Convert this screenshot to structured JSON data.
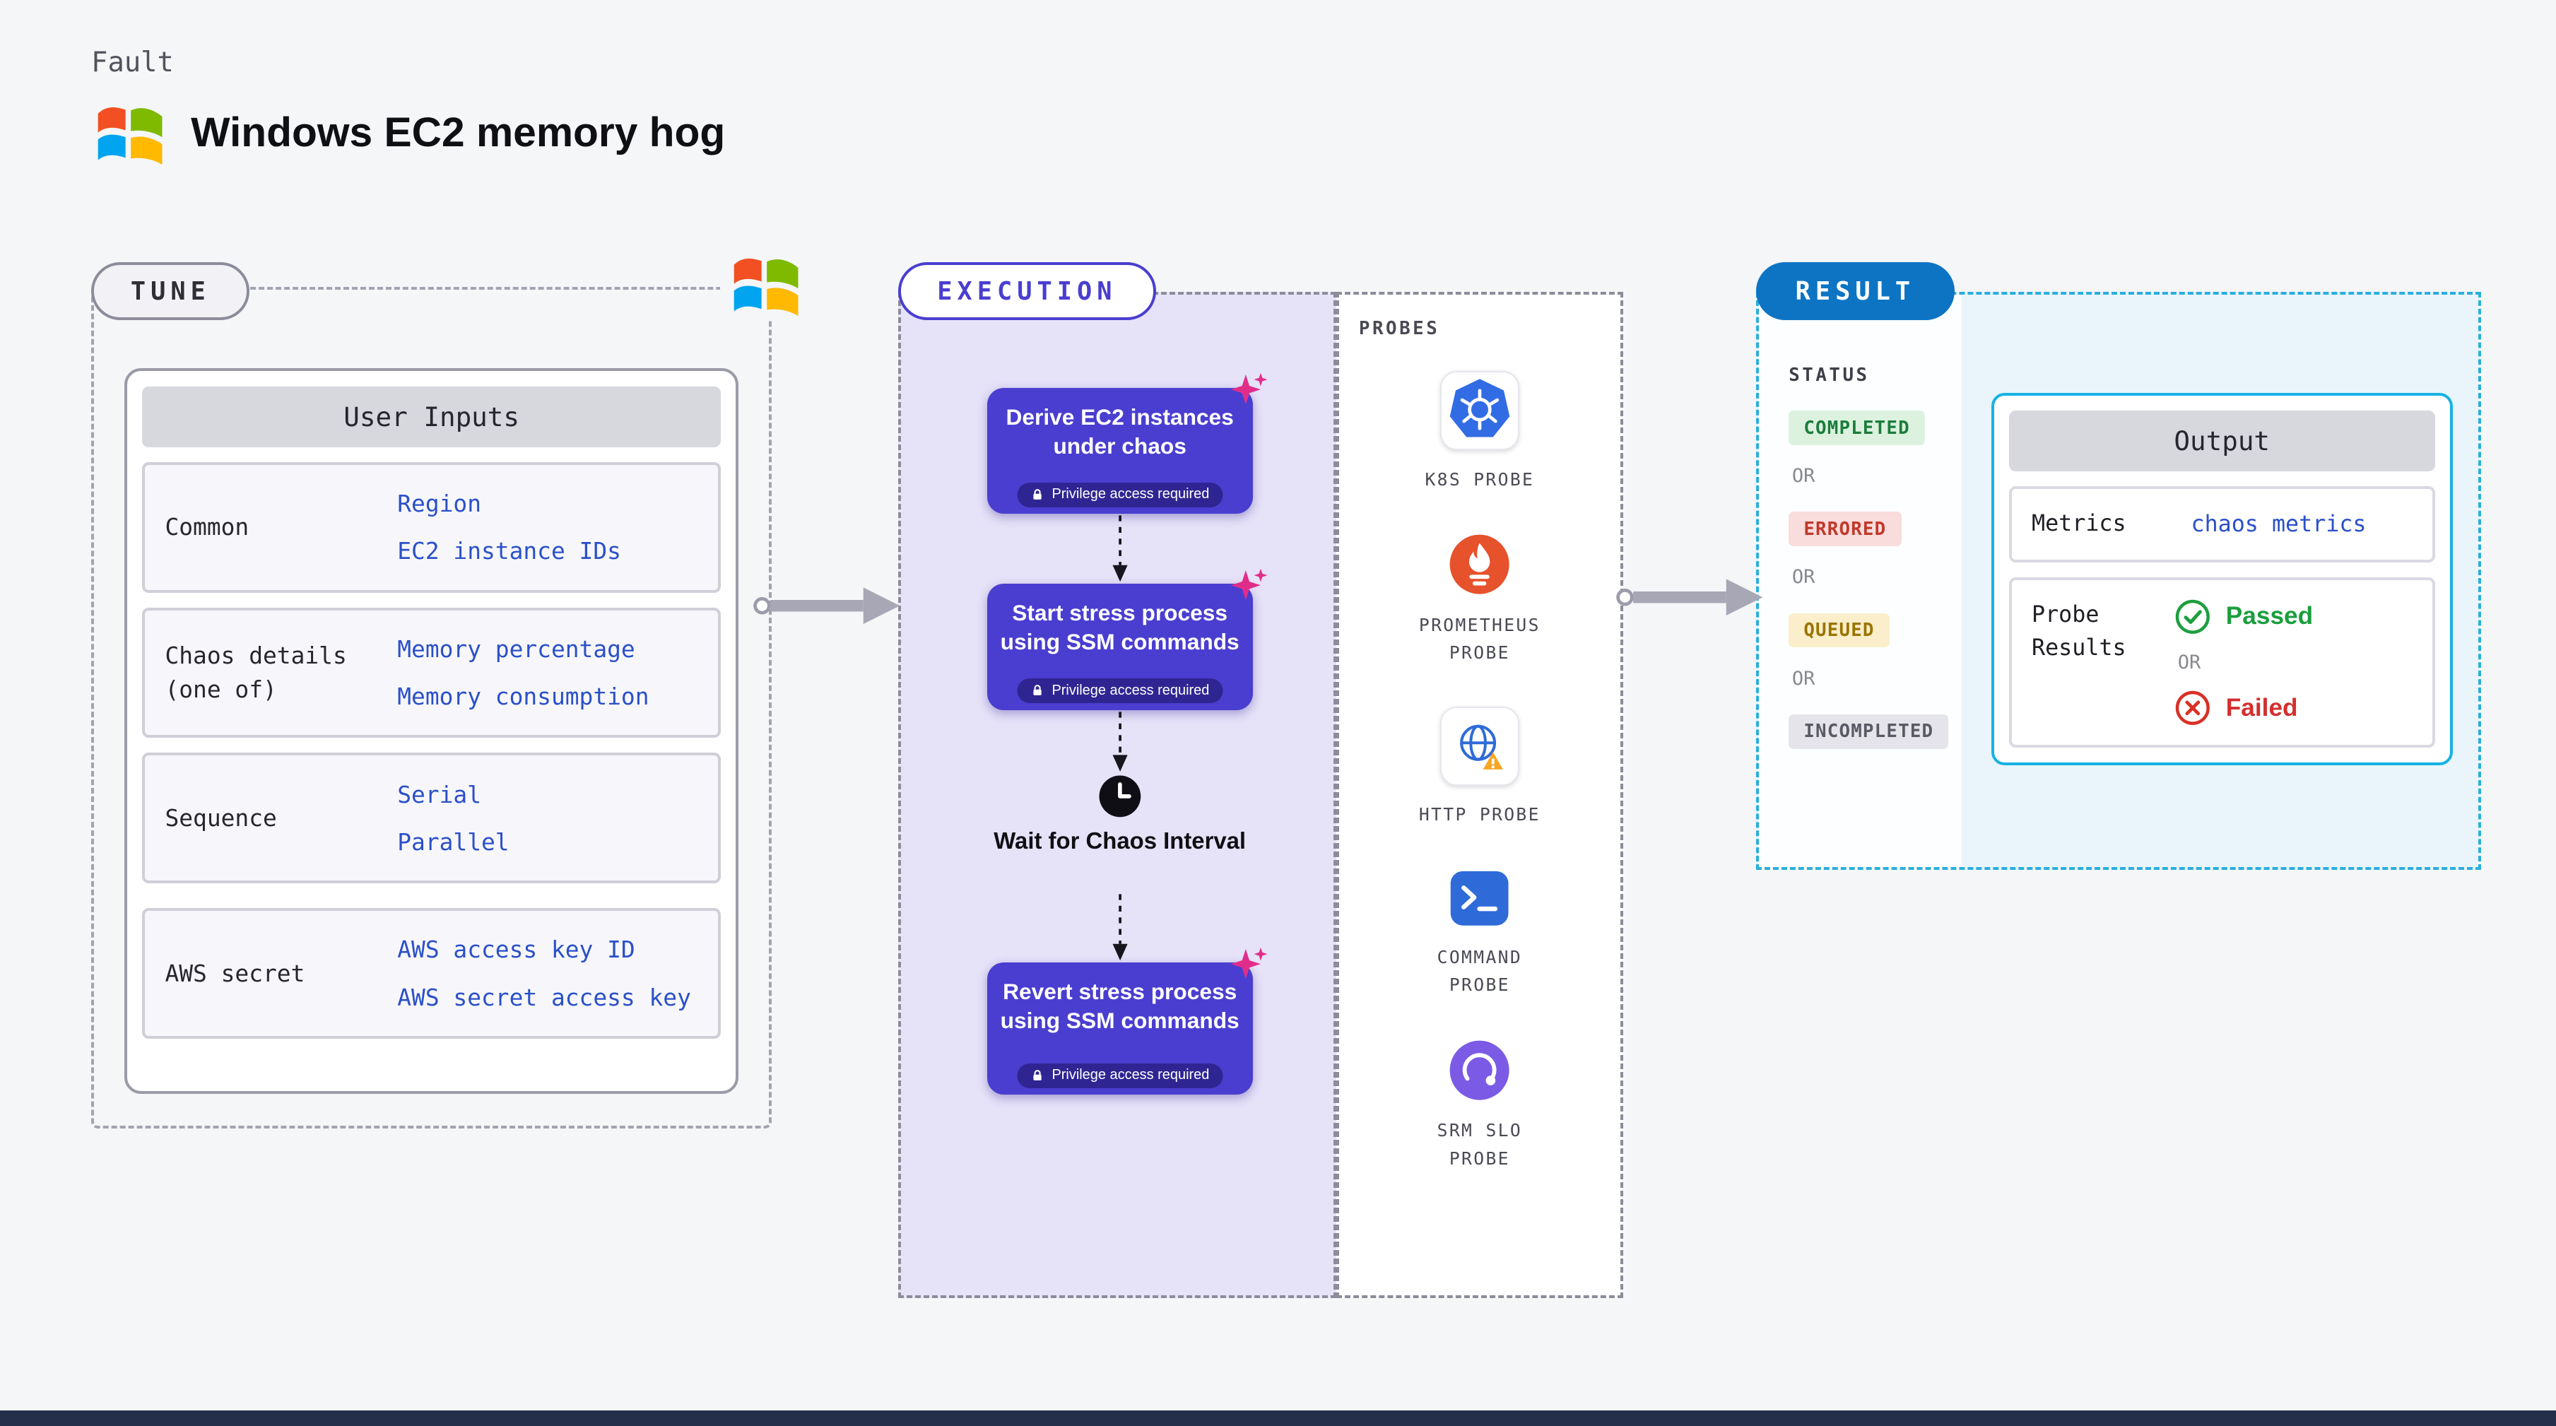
{
  "colors": {
    "accent_purple": "#4A3ED0",
    "sparkle_pink": "#E12D8A",
    "link_blue": "#2B50C8",
    "result_border_cyan": "#17B2E4",
    "result_pill_blue": "#0D74C4",
    "status_completed": "#1C7D3C",
    "status_errored": "#C0392B",
    "status_queued": "#9A7400",
    "status_incompleted": "#5A5A64",
    "passed_green": "#1B9E3E",
    "failed_red": "#D32F2F"
  },
  "page": {
    "kicker": "Fault",
    "title": "Windows EC2 memory hog"
  },
  "tune": {
    "label": "TUNE",
    "table": {
      "header": "User Inputs",
      "rows": [
        {
          "label": "Common",
          "values": [
            "Region",
            "EC2 instance IDs"
          ]
        },
        {
          "label": "Chaos details (one of)",
          "values": [
            "Memory percentage",
            "Memory consumption"
          ]
        },
        {
          "label": "Sequence",
          "values": [
            "Serial",
            "Parallel"
          ]
        },
        {
          "label": "AWS secret",
          "values": [
            "AWS access key ID",
            "AWS secret access key"
          ]
        }
      ]
    }
  },
  "execution": {
    "label": "EXECUTION",
    "steps": [
      {
        "title": "Derive EC2 instances under chaos",
        "badge": "Privilege access required"
      },
      {
        "title": "Start stress process using SSM commands",
        "badge": "Privilege access required"
      },
      {
        "title": "Revert stress process using SSM commands",
        "badge": "Privilege access required"
      }
    ],
    "wait_label": "Wait for Chaos Interval"
  },
  "probes": {
    "label": "PROBES",
    "items": [
      {
        "name": "K8S PROBE",
        "icon": "kubernetes-icon"
      },
      {
        "name": "PROMETHEUS PROBE",
        "icon": "prometheus-icon"
      },
      {
        "name": "HTTP PROBE",
        "icon": "http-globe-icon"
      },
      {
        "name": "COMMAND PROBE",
        "icon": "terminal-icon"
      },
      {
        "name": "SRM SLO PROBE",
        "icon": "srm-slo-icon"
      }
    ]
  },
  "result": {
    "label": "RESULT",
    "status_label": "STATUS",
    "or_label": "OR",
    "statuses": [
      {
        "text": "COMPLETED",
        "type": "completed"
      },
      {
        "text": "ERRORED",
        "type": "errored"
      },
      {
        "text": "QUEUED",
        "type": "queued"
      },
      {
        "text": "INCOMPLETED",
        "type": "incompleted"
      }
    ],
    "output": {
      "header": "Output",
      "metrics_label": "Metrics",
      "metrics_value": "chaos metrics",
      "probe_results_label": "Probe Results",
      "passed_label": "Passed",
      "failed_label": "Failed"
    }
  }
}
